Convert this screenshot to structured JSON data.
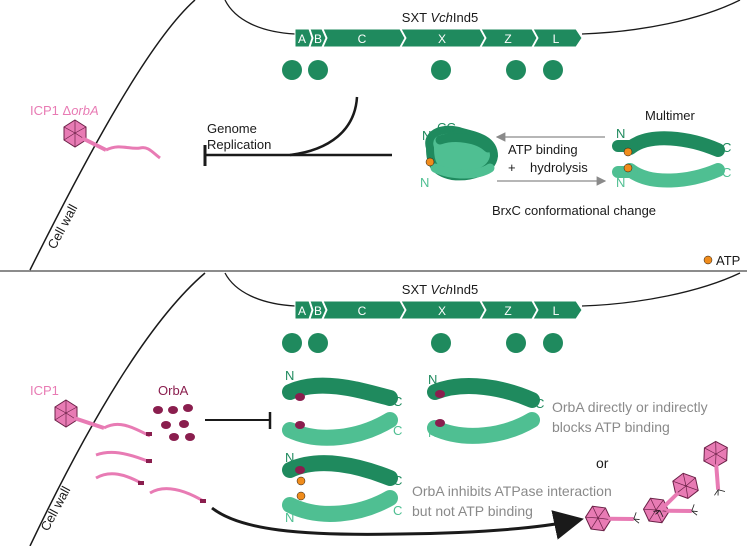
{
  "colors": {
    "dark_green": "#1f8a5e",
    "light_green": "#4fbf92",
    "pink": "#e87bb4",
    "maroon": "#8a1e4e",
    "atp_orange": "#f08c1c",
    "grey_text": "#8a8a8a"
  },
  "top_panel": {
    "operon_title_prefix": "SXT ",
    "operon_title_italic": "Vch",
    "operon_title_suffix": "Ind5",
    "segments": [
      "A",
      "B",
      "C",
      "X",
      "Z",
      "L"
    ],
    "phage_label_prefix": "ICP1 Δ",
    "phage_label_italic": "orbA",
    "cell_wall": "Cell wall",
    "genome_replication_line1": "Genome",
    "genome_replication_line2": "Replication",
    "multimer": "Multimer",
    "atp_binding": "ATP binding",
    "hydrolysis_plus": "+",
    "hydrolysis": "hydrolysis",
    "conformational_change": "BrxC conformational change",
    "terminal_n": "N",
    "terminal_c": "C",
    "terminal_cc": "CC"
  },
  "legend": {
    "atp_label": "ATP"
  },
  "bottom_panel": {
    "operon_title_prefix": "SXT ",
    "operon_title_italic": "Vch",
    "operon_title_suffix": "Ind5",
    "segments": [
      "A",
      "B",
      "C",
      "X",
      "Z",
      "L"
    ],
    "phage_label": "ICP1",
    "orba_label": "OrbA",
    "cell_wall": "Cell wall",
    "model1_line1": "OrbA directly or indirectly",
    "model1_line2": "blocks ATP binding",
    "or_label": "or",
    "model2_line1": "OrbA inhibits ATPase interaction",
    "model2_line2": "but not ATP binding",
    "terminal_n": "N",
    "terminal_c": "C"
  }
}
